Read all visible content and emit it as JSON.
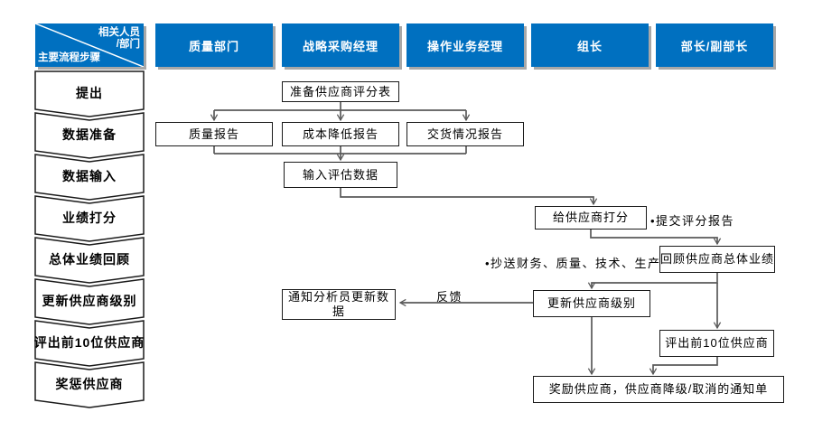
{
  "colors": {
    "header_blue": "#0070C0",
    "header_text": "#FFFFFF",
    "box_border": "#1A1A1A",
    "connector_gray": "#595959",
    "shadow_gray": "#A8A8A8"
  },
  "matrix_header": {
    "top_right_line1": "相关人员",
    "top_right_line2": "/部门",
    "bottom_left": "主要流程步骤"
  },
  "roles": [
    {
      "id": "quality-dept",
      "label": "质量部门"
    },
    {
      "id": "strategic-sourcing-manager",
      "label": "战略采购经理"
    },
    {
      "id": "operations-manager",
      "label": "操作业务经理"
    },
    {
      "id": "team-leader",
      "label": "组长"
    },
    {
      "id": "director-deputy-director",
      "label": "部长/副部长"
    }
  ],
  "steps": [
    {
      "id": "propose",
      "label": "提出"
    },
    {
      "id": "data-preparation",
      "label": "数据准备"
    },
    {
      "id": "data-input",
      "label": "数据输入"
    },
    {
      "id": "performance-scoring",
      "label": "业绩打分"
    },
    {
      "id": "overall-performance-review",
      "label": "总体业绩回顾"
    },
    {
      "id": "update-supplier-level",
      "label": "更新供应商级别"
    },
    {
      "id": "select-top10-suppliers",
      "label": "评出前10位供应商"
    },
    {
      "id": "reward-punish-suppliers",
      "label": "奖惩供应商"
    }
  ],
  "flow_nodes": [
    {
      "id": "prepare-score-sheet",
      "label": "准备供应商评分表"
    },
    {
      "id": "quality-report",
      "label": "质量报告"
    },
    {
      "id": "cost-reduction-report",
      "label": "成本降低报告"
    },
    {
      "id": "delivery-report",
      "label": "交货情况报告"
    },
    {
      "id": "input-evaluation-data",
      "label": "输入评估数据"
    },
    {
      "id": "score-suppliers",
      "label": "给供应商打分"
    },
    {
      "id": "review-overall-performance",
      "label": "回顾供应商总体业绩"
    },
    {
      "id": "notify-analyst-update-data",
      "label": "通知分析员更新数据"
    },
    {
      "id": "update-supplier-level-box",
      "label": "更新供应商级别"
    },
    {
      "id": "select-top10-box",
      "label": "评出前10位供应商"
    },
    {
      "id": "reward-downgrade-notice",
      "label": "奖励供应商，供应商降级/取消的通知单"
    }
  ],
  "annotations": [
    {
      "id": "note-submit-score-report",
      "text": "•提交评分报告"
    },
    {
      "id": "note-cc-departments",
      "text": "•抄送财务、质量、技术、生产"
    },
    {
      "id": "note-feedback",
      "text": "反馈"
    }
  ]
}
